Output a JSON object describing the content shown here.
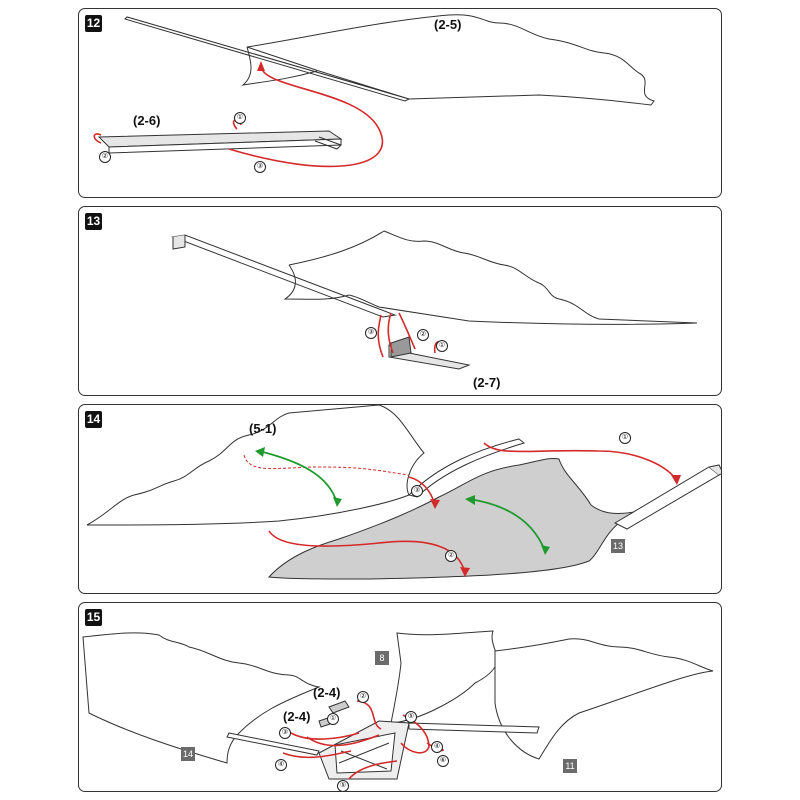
{
  "steps": [
    {
      "number": "12",
      "part_labels": [
        "(2-5)",
        "(2-6)"
      ],
      "sequence": [
        "①",
        "②",
        "③"
      ]
    },
    {
      "number": "13",
      "part_labels": [
        "(2-7)"
      ],
      "sequence": [
        "①",
        "②",
        "③"
      ]
    },
    {
      "number": "14",
      "part_labels": [
        "(5-1)"
      ],
      "ref_tags": [
        "13"
      ],
      "sequence": [
        "①",
        "②",
        "③"
      ]
    },
    {
      "number": "15",
      "part_labels": [
        "(2-4)",
        "(2-4)"
      ],
      "ref_tags": [
        "8",
        "14",
        "11"
      ],
      "sequence": [
        "①",
        "②",
        "③",
        "④",
        "⑤",
        "④",
        "⑤",
        "⑥"
      ]
    }
  ],
  "colors": {
    "outline": "#333333",
    "arrow_red": "#d42a2a",
    "arrow_green": "#1f9a2e",
    "fill_grey": "#cfcfcf",
    "tag_grey": "#6b6b6b"
  }
}
